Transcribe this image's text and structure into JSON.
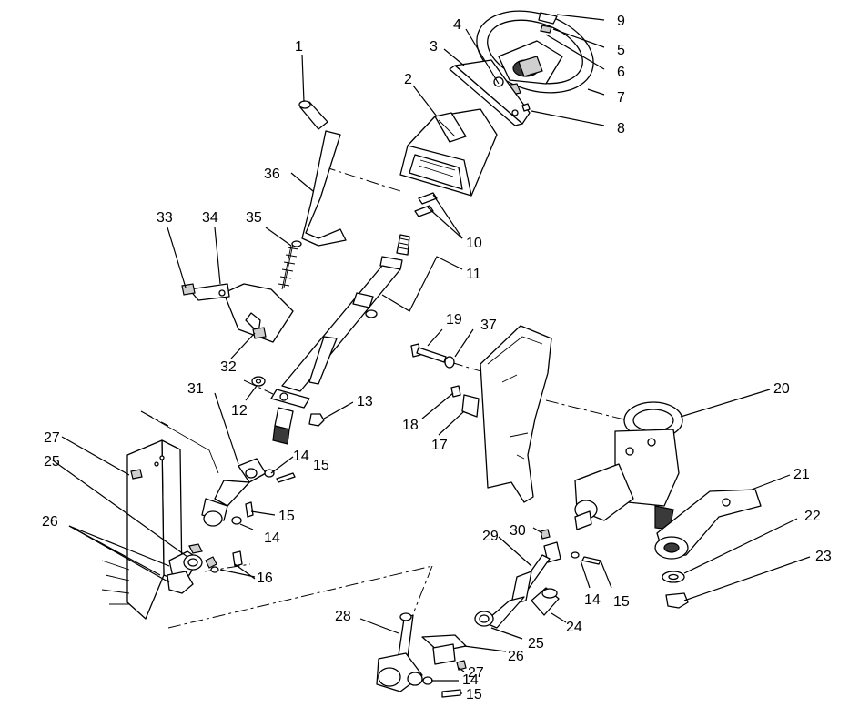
{
  "diagram": {
    "type": "exploded-parts-view",
    "callouts": [
      "1",
      "2",
      "3",
      "4",
      "5",
      "6",
      "7",
      "8",
      "9",
      "10",
      "11",
      "12",
      "13",
      "14",
      "15",
      "16",
      "17",
      "18",
      "19",
      "20",
      "21",
      "22",
      "23",
      "24",
      "25",
      "26",
      "27",
      "28",
      "29",
      "30",
      "31",
      "32",
      "33",
      "34",
      "35",
      "36",
      "37"
    ]
  }
}
